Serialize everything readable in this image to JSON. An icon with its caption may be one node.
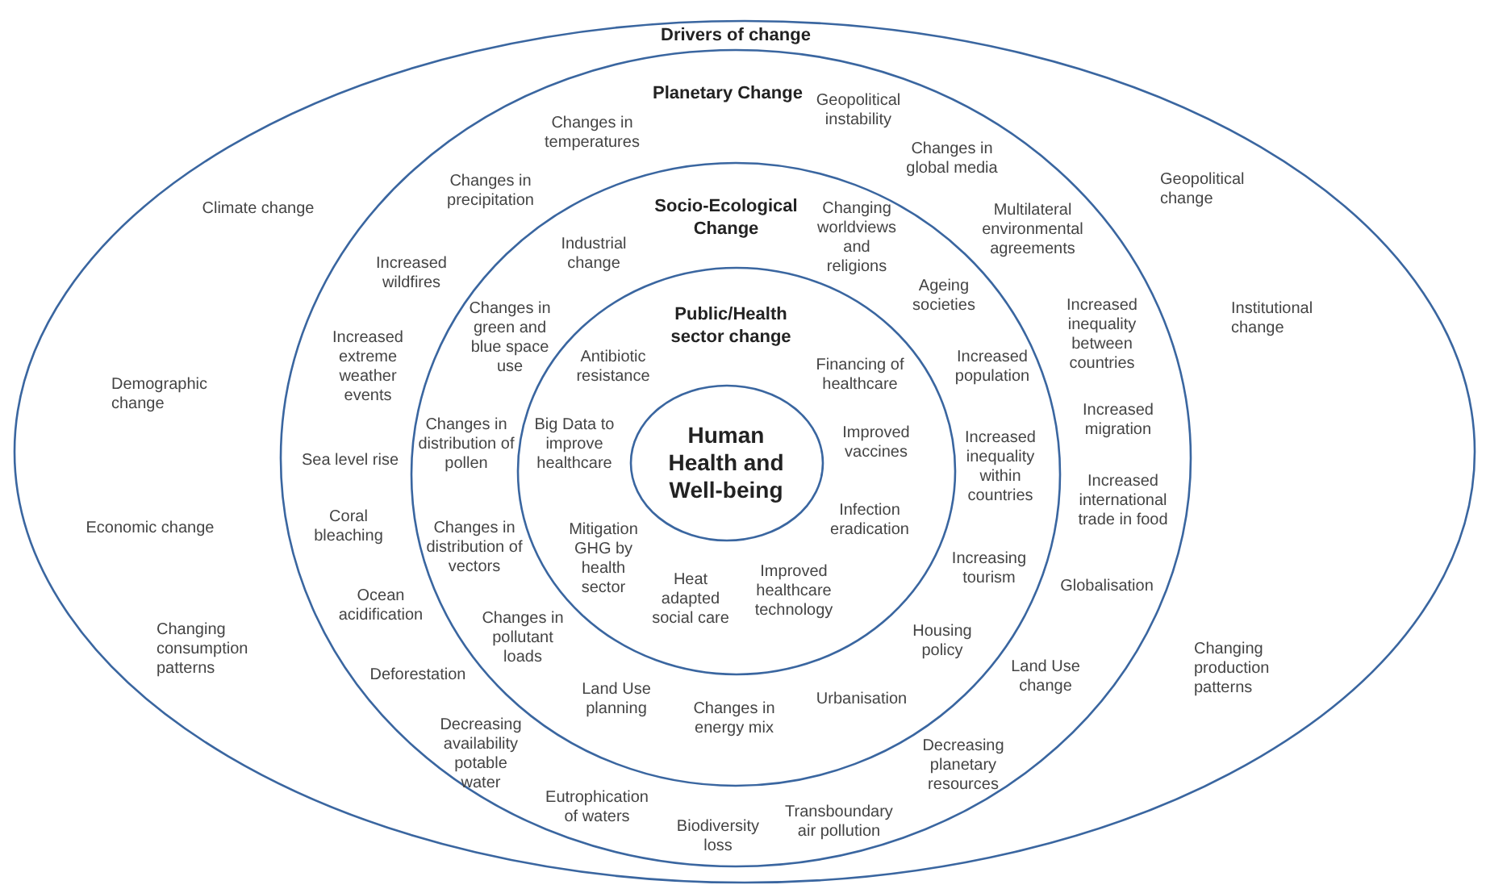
{
  "diagram": {
    "nodes": [
      {
        "text": [
          "Drivers of change"
        ]
      },
      {
        "text": [
          "Planetary Change"
        ],
        "in": 0
      },
      {
        "text": [
          "Socio-Ecological Change"
        ],
        "in": 1
      },
      {
        "text": [
          "Public/Health sector change"
        ],
        "in": 2
      },
      {
        "text": [
          "Human Health and Well-being"
        ],
        "in": 3
      }
    ],
    "edges": [],
    "labels": [
      "Climate change",
      "Geopolitical change",
      "Institutional change",
      "Demographic change",
      "Economic change",
      "Changing consumption patterns",
      "Changing production patterns",
      "Geopolitical instability",
      "Changes in temperatures",
      "Changes in global media",
      "Changes in precipitation",
      "Multilateral environmental agreements",
      "Increased wildfires",
      "Increased inequality between countries",
      "Increased extreme weather events",
      "Increased migration",
      "Sea level rise",
      "Increased international trade in food",
      "Coral bleaching",
      "Globalisation",
      "Ocean acidification",
      "Deforestation",
      "Land Use change",
      "Decreasing availability potable water",
      "Decreasing planetary resources",
      "Eutrophication of waters",
      "Transboundary air pollution",
      "Biodiversity loss",
      "Changing worldviews and religions",
      "Industrial change",
      "Ageing societies",
      "Changes in green and blue space use",
      "Increased population",
      "Changes in distribution of pollen",
      "Increased inequality within countries",
      "Changes in distribution of vectors",
      "Increasing tourism",
      "Changes in pollutant loads",
      "Housing policy",
      "Land Use planning",
      "Urbanisation",
      "Changes in energy mix",
      "Antibiotic resistance",
      "Financing of healthcare",
      "Big Data to improve healthcare",
      "Improved vaccines",
      "Infection eradication",
      "Mitigation GHG by health sector",
      "Improved healthcare technology",
      "Heat adapted social care"
    ]
  }
}
